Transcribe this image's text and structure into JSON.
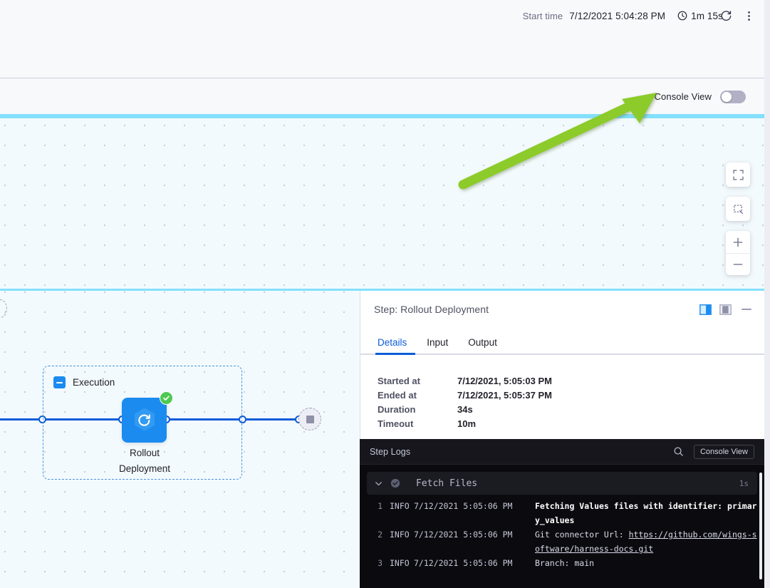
{
  "topbar": {
    "start_time_label": "Start time",
    "start_time_value": "7/12/2021 5:04:28 PM",
    "duration": "1m 15s",
    "clock_icon": "clock-icon",
    "refresh_icon": "refresh-icon",
    "more_icon": "more-vertical-icon"
  },
  "console_bar": {
    "label": "Console View",
    "toggle_state": "off"
  },
  "canvas": {
    "controls": [
      {
        "name": "fit-to-screen-button",
        "icon": "expand-corners-icon"
      },
      {
        "name": "zoom-to-selection-button",
        "icon": "selection-box-icon"
      },
      {
        "name": "zoom-in-button",
        "icon": "plus-icon"
      },
      {
        "name": "zoom-out-button",
        "icon": "minus-icon"
      }
    ],
    "annotation": {
      "type": "arrow",
      "color": "#8CCB2B",
      "points_to": "Console View"
    }
  },
  "graph": {
    "group_title": "Execution",
    "step_name": "Rollout\nDeployment",
    "step_name_line1": "Rollout",
    "step_name_line2": "Deployment",
    "step_status": "success",
    "step_icon": "rollout-deployment-icon",
    "end_node_icon": "stop-square-icon"
  },
  "details": {
    "title": "Step: Rollout Deployment",
    "layout_right_icon": "panel-right-icon",
    "layout_bottom_icon": "panel-bottom-icon",
    "minimize_icon": "minimize-icon",
    "tabs": [
      {
        "label": "Details",
        "active": true
      },
      {
        "label": "Input",
        "active": false
      },
      {
        "label": "Output",
        "active": false
      }
    ],
    "fields": [
      {
        "key": "Started at",
        "value": "7/12/2021, 5:05:03 PM"
      },
      {
        "key": "Ended at",
        "value": "7/12/2021, 5:05:37 PM"
      },
      {
        "key": "Duration",
        "value": "34s"
      },
      {
        "key": "Timeout",
        "value": "10m"
      }
    ]
  },
  "logs": {
    "title": "Step Logs",
    "search_icon": "search-icon",
    "console_view_button": "Console View",
    "section": {
      "name": "Fetch Files",
      "status": "success",
      "duration": "1s",
      "expanded": true,
      "chevron_icon": "chevron-down-icon",
      "status_icon": "check-circle-icon"
    },
    "lines": [
      {
        "num": "1",
        "level": "INFO",
        "timestamp": "7/12/2021 5:05:06 PM",
        "message": "Fetching Values files with identifier: primary_values",
        "bold": true,
        "link": null
      },
      {
        "num": "2",
        "level": "INFO",
        "timestamp": "7/12/2021 5:05:06 PM",
        "message": "Git connector Url: ",
        "bold": false,
        "link": "https://github.com/wings-software/harness-docs.git"
      },
      {
        "num": "3",
        "level": "INFO",
        "timestamp": "7/12/2021 5:05:06 PM",
        "message": "Branch: main",
        "bold": false,
        "link": null
      }
    ]
  },
  "colors": {
    "accent_blue": "#0b5cd7",
    "node_blue": "#1b8bf0",
    "success_green": "#4dc952",
    "annotation_green": "#8CCB2B",
    "canvas_cyan": "#84e0fa",
    "canvas_bg": "#f3fafd",
    "logs_bg": "#0b0b0f"
  }
}
